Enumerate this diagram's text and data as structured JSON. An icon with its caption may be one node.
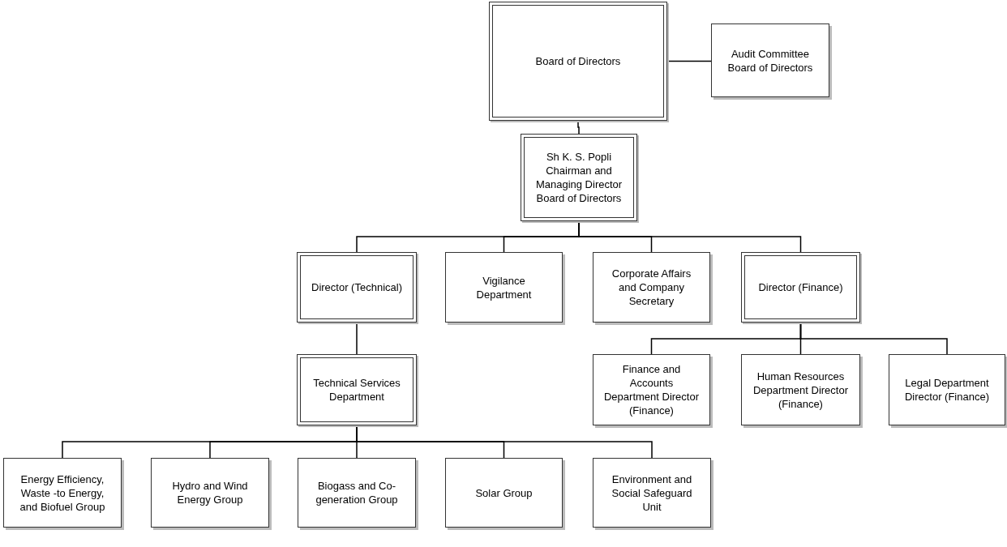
{
  "diagram": {
    "nodes": [
      {
        "text": [
          "Board of Directors"
        ]
      },
      {
        "text": [
          "Audit Committee Board of Directors"
        ]
      },
      {
        "text": [
          "Sh K. S. Popli Chairman and Managing Director Board of Directors"
        ]
      },
      {
        "text": [
          "Director (Technical)"
        ]
      },
      {
        "text": [
          "Vigilance Department"
        ]
      },
      {
        "text": [
          "Corporate Affairs and Company Secretary"
        ]
      },
      {
        "text": [
          "Director (Finance)"
        ]
      },
      {
        "text": [
          "Technical Services Department"
        ]
      },
      {
        "text": [
          "Finance and Accounts Department Director (Finance)"
        ]
      },
      {
        "text": [
          "Human Resources Department Director (Finance)"
        ]
      },
      {
        "text": [
          "Legal Department Director (Finance)"
        ]
      },
      {
        "text": [
          "Energy Efficiency, Waste -to Energy, and Biofuel Group"
        ]
      },
      {
        "text": [
          "Hydro and Wind Energy Group"
        ]
      },
      {
        "text": [
          "Biogass and Co-generation Group"
        ]
      },
      {
        "text": [
          "Solar Group"
        ]
      },
      {
        "text": [
          "Environment and Social Safeguard Unit"
        ]
      }
    ],
    "edges": [
      {
        "from": 0,
        "to": 1,
        "arrow": "none"
      },
      {
        "from": 0,
        "to": 2,
        "arrow": "none"
      },
      {
        "from": 2,
        "to": 3,
        "arrow": "none"
      },
      {
        "from": 2,
        "to": 4,
        "arrow": "none"
      },
      {
        "from": 2,
        "to": 5,
        "arrow": "none"
      },
      {
        "from": 2,
        "to": 6,
        "arrow": "none"
      },
      {
        "from": 3,
        "to": 7,
        "arrow": "none"
      },
      {
        "from": 6,
        "to": 8,
        "arrow": "none"
      },
      {
        "from": 6,
        "to": 9,
        "arrow": "none"
      },
      {
        "from": 6,
        "to": 10,
        "arrow": "none"
      },
      {
        "from": 7,
        "to": 11,
        "arrow": "none"
      },
      {
        "from": 7,
        "to": 12,
        "arrow": "none"
      },
      {
        "from": 7,
        "to": 13,
        "arrow": "none"
      },
      {
        "from": 7,
        "to": 14,
        "arrow": "none"
      },
      {
        "from": 7,
        "to": 15,
        "arrow": "none"
      }
    ]
  }
}
